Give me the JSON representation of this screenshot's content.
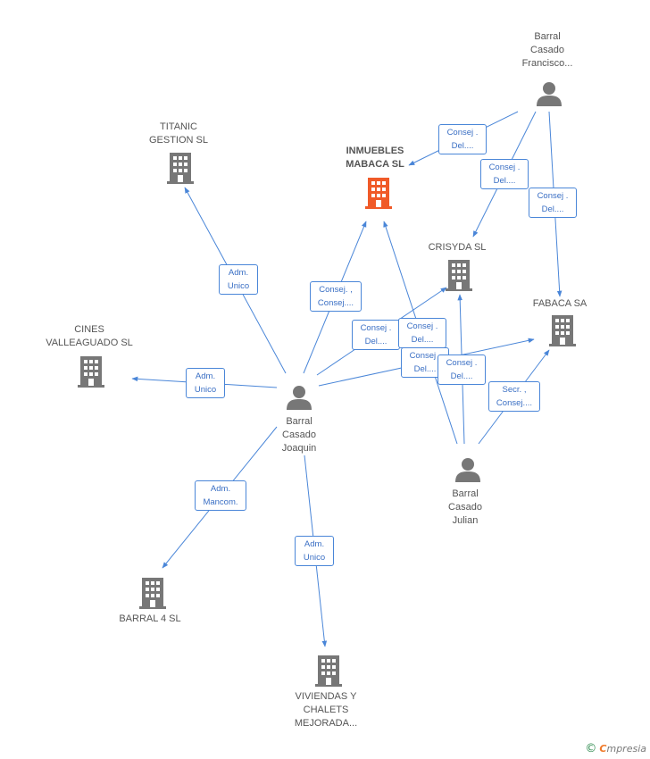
{
  "colors": {
    "edge": "#4a86d8",
    "node_gray": "#777777",
    "focus_orange": "#f05a28"
  },
  "nodes": {
    "francisco": {
      "lines": [
        "Barral",
        "Casado",
        "Francisco..."
      ],
      "type": "person"
    },
    "titanic": {
      "lines": [
        "TITANIC",
        "GESTION SL"
      ],
      "type": "company"
    },
    "inmuebles": {
      "lines": [
        "INMUEBLES",
        "MABACA SL"
      ],
      "type": "company-main"
    },
    "crisyda": {
      "lines": [
        "CRISYDA  SL"
      ],
      "type": "company"
    },
    "fabaca": {
      "lines": [
        "FABACA SA"
      ],
      "type": "company"
    },
    "cines": {
      "lines": [
        "CINES",
        "VALLEAGUADO SL"
      ],
      "type": "company"
    },
    "joaquin": {
      "lines": [
        "Barral",
        "Casado",
        "Joaquin"
      ],
      "type": "person"
    },
    "julian": {
      "lines": [
        "Barral",
        "Casado",
        "Julian"
      ],
      "type": "person"
    },
    "barral4": {
      "lines": [
        "BARRAL 4 SL"
      ],
      "type": "company"
    },
    "viviendas": {
      "lines": [
        "VIVIENDAS Y",
        "CHALETS",
        "MEJORADA..."
      ],
      "type": "company"
    }
  },
  "edge_labels": [
    {
      "id": "fr-inm",
      "lines": [
        "Consej .",
        "Del...."
      ]
    },
    {
      "id": "fr-cri",
      "lines": [
        "Consej .",
        "Del...."
      ]
    },
    {
      "id": "fr-fab",
      "lines": [
        "Consej .",
        "Del...."
      ]
    },
    {
      "id": "jo-tit",
      "lines": [
        "Adm.",
        "Unico"
      ]
    },
    {
      "id": "jo-inm",
      "lines": [
        "Consej. ,",
        "Consej...."
      ]
    },
    {
      "id": "jo-cri",
      "lines": [
        "Consej .",
        "Del...."
      ]
    },
    {
      "id": "ju-inm",
      "lines": [
        "Consej .",
        "Del...."
      ]
    },
    {
      "id": "jo-fab",
      "lines": [
        "Consej .",
        "Del...."
      ]
    },
    {
      "id": "ju-cri",
      "lines": [
        "Consej .",
        "Del...."
      ]
    },
    {
      "id": "ju-fab",
      "lines": [
        "Secr. ,",
        "Consej...."
      ]
    },
    {
      "id": "jo-cin",
      "lines": [
        "Adm.",
        "Unico"
      ]
    },
    {
      "id": "jo-bar",
      "lines": [
        "Adm.",
        "Mancom."
      ]
    },
    {
      "id": "jo-viv",
      "lines": [
        "Adm.",
        "Unico"
      ]
    }
  ],
  "footer": {
    "copyright_symbol": "©",
    "brand_first": "C",
    "brand_rest": "mpresia"
  }
}
